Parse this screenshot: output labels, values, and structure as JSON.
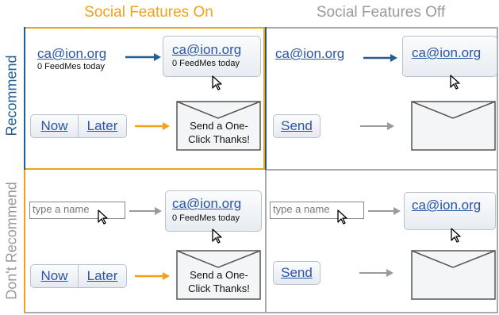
{
  "colors": {
    "accent_orange": "#f0a21c",
    "accent_blue": "#1f5f96",
    "gray": "#9a9a9a",
    "link_blue": "#2a56a6"
  },
  "columns": {
    "on": "Social Features On",
    "off": "Social Features Off"
  },
  "rows": {
    "recommend": "Recommend",
    "dont": "Don't Recommend"
  },
  "q1": {
    "email": "ca@ion.org",
    "count": "0 FeedMes today",
    "card_email": "ca@ion.org",
    "card_count": "0 FeedMes today",
    "btn_now": "Now",
    "btn_later": "Later",
    "env_text": "Send a One-Click Thanks!"
  },
  "q2": {
    "email": "ca@ion.org",
    "card_email": "ca@ion.org",
    "btn_send": "Send"
  },
  "q3": {
    "input_placeholder": "type a name",
    "card_email": "ca@ion.org",
    "card_count": "0 FeedMes today",
    "btn_now": "Now",
    "btn_later": "Later",
    "env_text": "Send a One-Click Thanks!"
  },
  "q4": {
    "input_placeholder": "type a name",
    "card_email": "ca@ion.org",
    "btn_send": "Send"
  }
}
